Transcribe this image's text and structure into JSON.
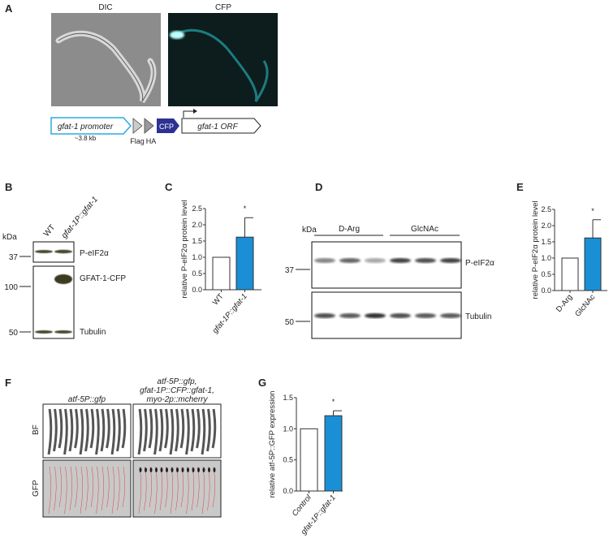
{
  "panels": {
    "A": {
      "label": "A",
      "img_titles": [
        "DIC",
        "CFP"
      ],
      "construct": {
        "promoter": "gfat-1 promoter",
        "size": "~3.8 kb",
        "flag": "Flag",
        "ha": "HA",
        "cfp": "CFP",
        "orf": "gfat-1 ORF"
      },
      "colors": {
        "promoter": "#29abe2",
        "cfp": "#2e3192"
      }
    },
    "B": {
      "label": "B",
      "kda": "kDa",
      "lanes": [
        "WT",
        "gfat-1P::gfat-1"
      ],
      "bands": [
        "P-eIF2α",
        "GFAT-1-CFP",
        "Tubulin"
      ],
      "markers": [
        "37",
        "100",
        "50"
      ]
    },
    "D": {
      "label": "D",
      "kda": "kDa",
      "groups": [
        "D-Arg",
        "GlcNAc"
      ],
      "bands": [
        "P-eIF2α",
        "Tubulin"
      ],
      "markers": [
        "37",
        "50"
      ]
    },
    "F": {
      "label": "F",
      "columns": [
        "atf-5P::gfp",
        "atf-5P::gfp,",
        "gfat-1P::CFP::gfat-1,",
        "myo-2p::mcherry"
      ],
      "rows": [
        "BF",
        "GFP"
      ]
    }
  },
  "chart_data": [
    {
      "panel": "C",
      "type": "bar",
      "ylabel": "relative P-eIF2α protein level",
      "categories": [
        "WT",
        "gfat-1P::gfat-1"
      ],
      "values": [
        1.0,
        1.62
      ],
      "error_upper": [
        null,
        2.22
      ],
      "significance": [
        null,
        "*"
      ],
      "ylim": [
        0,
        2.5
      ],
      "yticks": [
        "0.0",
        "0.5",
        "1.0",
        "1.5",
        "2.0",
        "2.5"
      ],
      "colors": [
        "#ffffff",
        "#1a8fd6"
      ]
    },
    {
      "panel": "E",
      "type": "bar",
      "ylabel": "relative P-eIF2α protein level",
      "categories": [
        "D-Arg",
        "GlcNAc"
      ],
      "values": [
        1.0,
        1.62
      ],
      "error_upper": [
        null,
        2.18
      ],
      "significance": [
        null,
        "*"
      ],
      "ylim": [
        0,
        2.5
      ],
      "yticks": [
        "0.0",
        "0.5",
        "1.0",
        "1.5",
        "2.0",
        "2.5"
      ],
      "colors": [
        "#ffffff",
        "#1a8fd6"
      ]
    },
    {
      "panel": "G",
      "type": "bar",
      "ylabel": "relative atf-5P::GFP expression",
      "categories": [
        "Control",
        "gfat-1P::gfat-1"
      ],
      "values": [
        1.0,
        1.21
      ],
      "error_upper": [
        null,
        1.29
      ],
      "significance": [
        null,
        "*"
      ],
      "ylim": [
        0,
        1.5
      ],
      "yticks": [
        "0.0",
        "0.5",
        "1.0",
        "1.5"
      ],
      "colors": [
        "#ffffff",
        "#1a8fd6"
      ]
    }
  ]
}
